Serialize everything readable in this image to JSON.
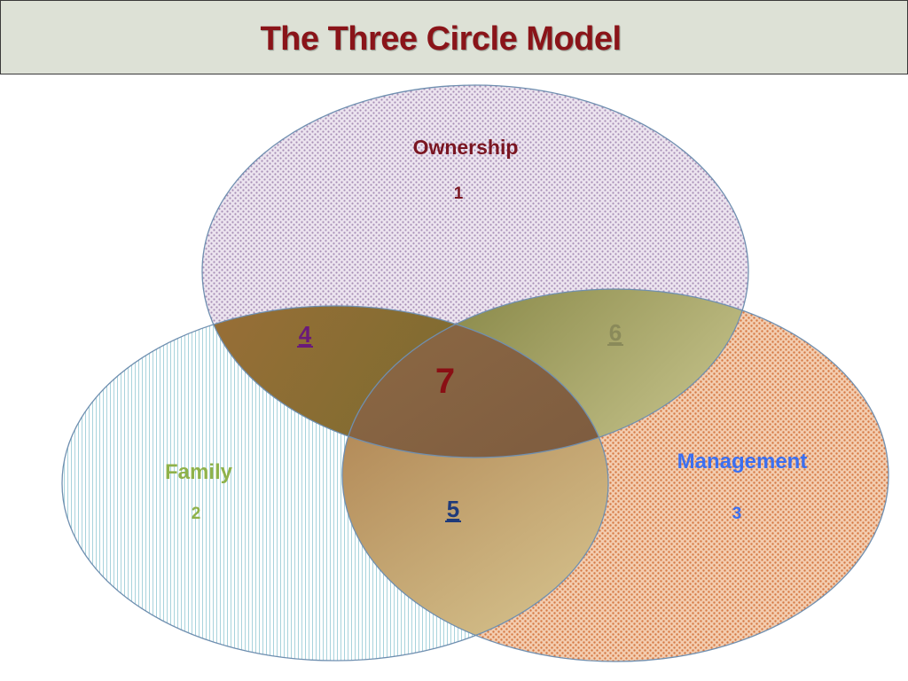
{
  "title": "The Three Circle Model",
  "circles": {
    "ownership": {
      "label": "Ownership",
      "number": "1",
      "color": "#7a1622"
    },
    "family": {
      "label": "Family",
      "number": "2",
      "color": "#8fb24a"
    },
    "management": {
      "label": "Management",
      "number": "3",
      "color": "#3b6ff0"
    }
  },
  "overlaps": {
    "ownership_family": {
      "number": "4",
      "color": "#6a1a7a"
    },
    "family_management": {
      "number": "5",
      "color": "#1f3a7a"
    },
    "ownership_management": {
      "number": "6",
      "color": "#8a8a5a"
    },
    "all_three": {
      "number": "7",
      "color": "#8a0f14"
    }
  }
}
